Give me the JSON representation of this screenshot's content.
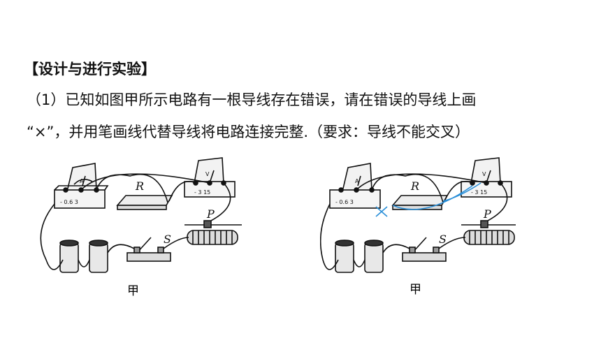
{
  "heading": "【设计与进行实验】",
  "question": {
    "line1": "（1）已知如图甲所示电路有一根导线存在错误，请在错误的导线上画",
    "line2": "“×”，并用笔画线代替导线将电路连接完整.（要求：导线不能交叉）"
  },
  "figures": [
    {
      "caption": "甲",
      "labels": {
        "resistor": "R",
        "slider": "P",
        "switch": "S",
        "ammeter": "A",
        "voltmeter": "V",
        "ammeter_terminals": "- 0.6 3",
        "voltmeter_terminals": "- 3 15"
      },
      "corrected": false
    },
    {
      "caption": "甲",
      "labels": {
        "resistor": "R",
        "slider": "P",
        "switch": "S",
        "ammeter": "A",
        "voltmeter": "V",
        "ammeter_terminals": "- 0.6 3",
        "voltmeter_terminals": "- 3 15"
      },
      "corrected": true,
      "correction_color": "#2a8fd8"
    }
  ]
}
